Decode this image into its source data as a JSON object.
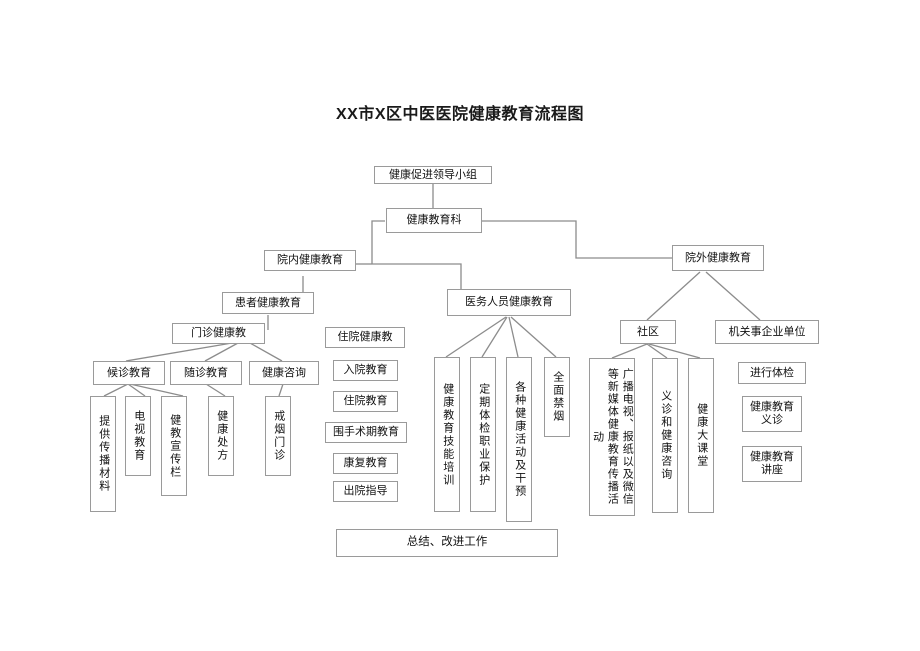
{
  "title": "XX市X区中医医院健康教育流程图",
  "nodes": {
    "leadership_group": "健康促进领导小组",
    "health_edu_dept": "健康教育科",
    "in_hospital": "院内健康教育",
    "out_hospital": "院外健康教育",
    "patient_edu": "患者健康教育",
    "staff_edu": "医务人员健康教育",
    "outpatient_edu": "门诊健康教",
    "inpatient_edu": "住院健康教",
    "waiting_edu": "候诊教育",
    "followup_edu": "随诊教育",
    "health_consult": "健康咨询",
    "provide_materials": "提供传播材料",
    "tv_education": "电视教育",
    "edu_bulletin_board": "健教宣传栏",
    "health_prescription": "健康处方",
    "smoking_cessation_clinic": "戒烟门诊",
    "admission_edu": "入院教育",
    "hospitalization_edu": "住院教育",
    "perioperative_edu": "围手术期教育",
    "rehab_edu": "康复教育",
    "discharge_guidance": "出院指导",
    "staff_skill_training": "健康教育技能培训",
    "regular_checkup_protection": "定期体检职业保护",
    "health_activities_intervention": "各种健康活动及干预",
    "full_smoking_ban": "全面禁烟",
    "community": "社区",
    "enterprise_units": "机关事企业单位",
    "media_campaign": "广播电视、报纸以及微信等新媒体健康教育传播活动",
    "free_clinic_consult": "义诊和健康咨询",
    "health_lecture_hall": "健康大课堂",
    "physical_examination": "进行体检",
    "health_edu_free_clinic": "健康教育义诊",
    "health_edu_lecture": "健康教育讲座",
    "summary_improve": "总结、改进工作"
  },
  "colors": {
    "border": "#9a9a9a",
    "wire": "#8c8c8c",
    "text": "#111111",
    "background": "#ffffff"
  }
}
